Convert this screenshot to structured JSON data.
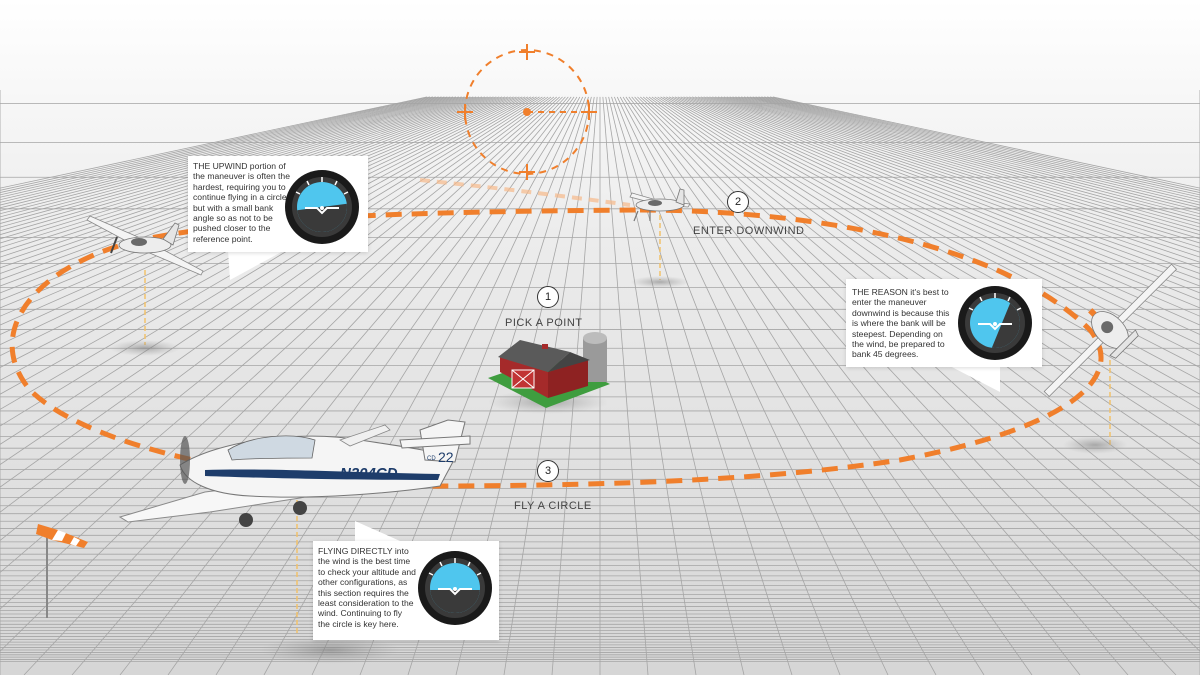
{
  "colors": {
    "path_orange": "#f07f2c",
    "callout_bg": "#ffffff",
    "instrument_sky": "#4fc6ee",
    "barn_red": "#a52a2a",
    "grass": "#3f9d3f"
  },
  "steps": [
    {
      "number": "1",
      "label": "PICK A POINT"
    },
    {
      "number": "2",
      "label": "ENTER DOWNWIND"
    },
    {
      "number": "3",
      "label": "FLY A CIRCLE"
    }
  ],
  "callouts": {
    "upwind": {
      "text": "THE UPWIND portion of the maneuver is often the hardest, requiring you to continue flying in a circle, but with a small bank angle so as not to be pushed closer to the reference point."
    },
    "downwind": {
      "text": "THE REASON it's best to enter the maneuver downwind is because this is where the bank will be steepest. Depending on the wind, be prepared to bank 45 degrees."
    },
    "into_wind": {
      "text": "FLYING DIRECTLY into the wind is the best time to check your altitude and other configurations, as this section requires the least consideration to the wind. Continuing to fly the circle is key here."
    }
  },
  "aircraft": {
    "tail_number": "N204CD",
    "tail_code": "22",
    "tail_prefix": "CD"
  },
  "icons": [
    "attitude-indicator-icon",
    "windsock-icon",
    "wind-direction-icon",
    "barn-icon",
    "aircraft-icon"
  ]
}
